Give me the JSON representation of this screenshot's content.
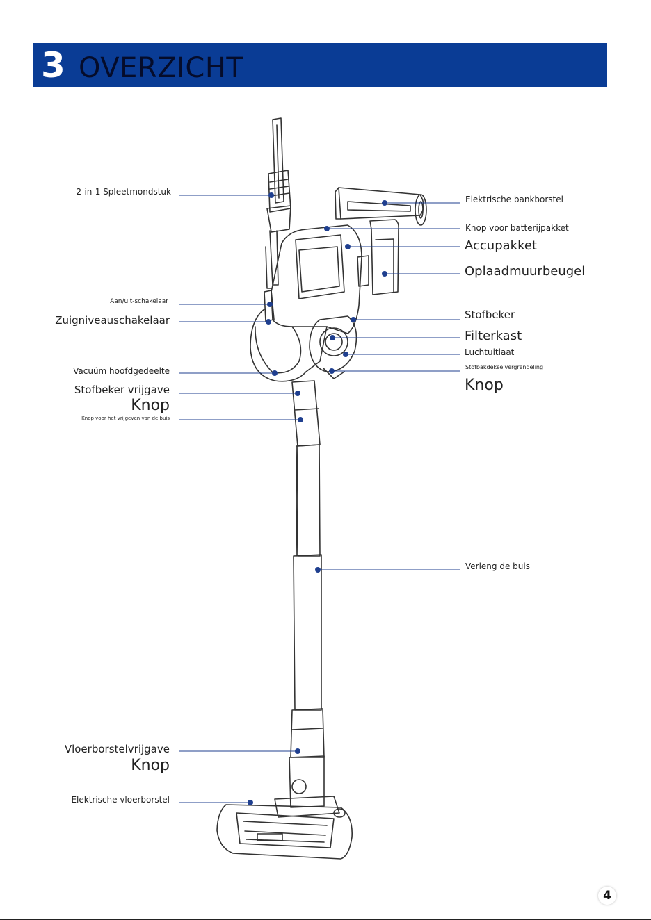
{
  "header": {
    "number": "3",
    "title": "OVERZICHT"
  },
  "labels": {
    "crevice_tool": "2-in-1 Spleetmondstuk",
    "power_switch": "Aan/uit-schakelaar",
    "suction_switch": "Zuigniveauschakelaar",
    "main_body": "Vacuüm hoofdgedeelte",
    "dust_cup_release": "Stofbeker vrijgave",
    "dust_cup_release_knob": "Knop",
    "tube_release": "Knop voor het vrijgeven van de buis",
    "floor_brush_release": "Vloerborstelvrijgave",
    "floor_brush_release_knob": "Knop",
    "electric_floor_brush": "Elektrische vloerborstel",
    "electric_upholstery_brush": "Elektrische bankborstel",
    "battery_button": "Knop voor batterijpakket",
    "battery_pack": "Accupakket",
    "wall_bracket": "Oplaadmuurbeugel",
    "dust_cup": "Stofbeker",
    "filter_box": "Filterkast",
    "air_outlet": "Luchtuitlaat",
    "dust_lid_lock": "Stofbakdekselvergrendeling",
    "dust_lid_lock_knob": "Knop",
    "extension_tube": "Verleng de buis"
  },
  "page_number": "4",
  "colors": {
    "header_bg": "#0a3c95",
    "dot": "#1f3f8f",
    "line": "#1f3f8f"
  }
}
